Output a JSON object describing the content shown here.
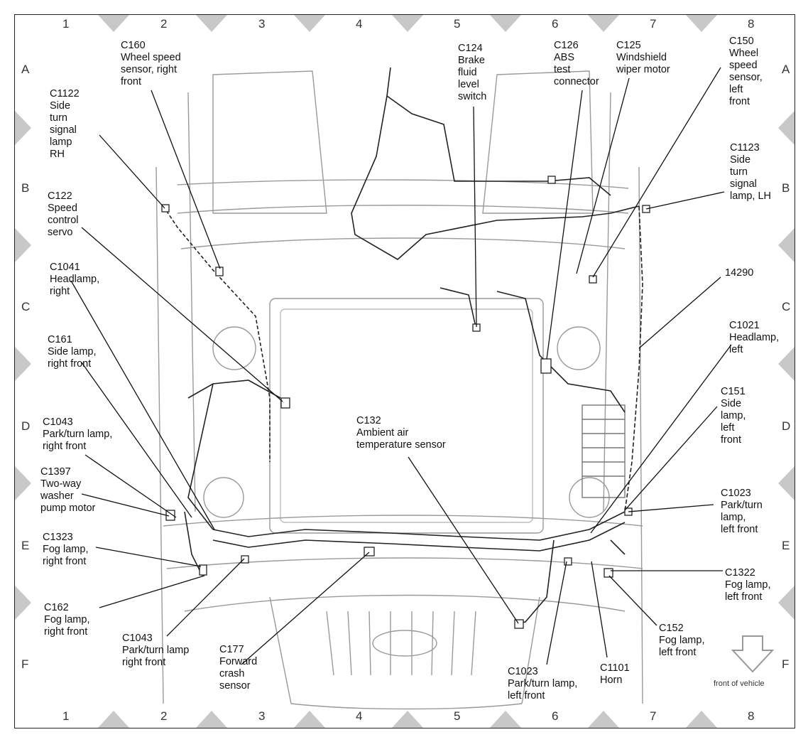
{
  "grid": {
    "columns": [
      "1",
      "2",
      "3",
      "4",
      "5",
      "6",
      "7",
      "8"
    ],
    "rows": [
      "A",
      "B",
      "C",
      "D",
      "E",
      "F"
    ]
  },
  "labels": {
    "c160": "C160\nWheel speed\nsensor, right\nfront",
    "c124": "C124\nBrake\nfluid\nlevel\nswitch",
    "c126": "C126\nABS\ntest\nconnector",
    "c125": "C125\nWindshield\nwiper motor",
    "c150": "C150\nWheel\nspeed\nsensor,\nleft\nfront",
    "c1122": "C1122\nSide\nturn\nsignal\nlamp\nRH",
    "c1123": "C1123\nSide\nturn\nsignal\nlamp, LH",
    "c122": "C122\nSpeed\ncontrol\nservo",
    "c1041": "C1041\nHeadlamp,\nright",
    "w14290": "14290",
    "c161": "C161\nSide lamp,\nright front",
    "c1021": "C1021\nHeadlamp,\nleft",
    "c151": "C151\nSide\nlamp,\nleft\nfront",
    "c1043a": "C1043\nPark/turn lamp,\nright front",
    "c132": "C132\nAmbient air\ntemperature sensor",
    "c1397": "C1397\nTwo-way\nwasher\npump motor",
    "c1023a": "C1023\nPark/turn\nlamp,\nleft front",
    "c1323": "C1323\nFog lamp,\nright front",
    "c1322": "C1322\nFog lamp,\nleft front",
    "c162": "C162\nFog lamp,\nright front",
    "c1043b": "C1043\nPark/turn lamp\nright front",
    "c177": "C177\nForward\ncrash\nsensor",
    "c152": "C152\nFog lamp,\nleft front",
    "c1023b": "C1023\nPark/turn lamp,\nleft front",
    "c1101": "C1101\nHorn",
    "front_note": "front of vehicle"
  },
  "colors": {
    "line": "#111111",
    "drawing": "#9a9a9a",
    "marker": "#c8c8c8"
  }
}
